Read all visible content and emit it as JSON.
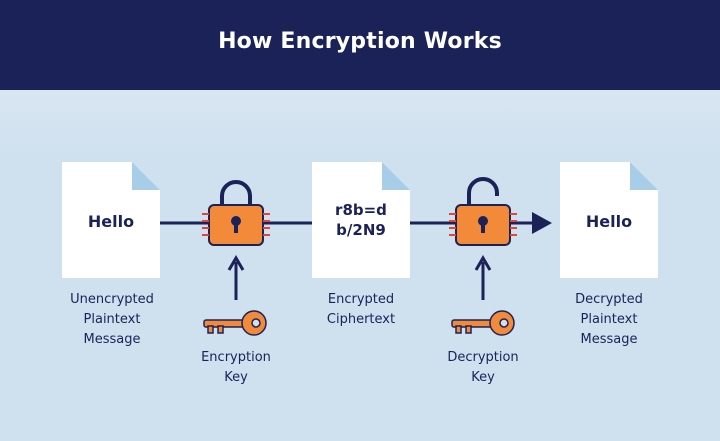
{
  "title": "How Encryption Works",
  "colors": {
    "navy": "#1b2258",
    "background": "#cfe0ef",
    "document": "#ffffff",
    "document_fold": "#a8cde8",
    "lock_orange": "#f28a3a",
    "lock_red": "#e0443a"
  },
  "documents": {
    "plaintext": "Hello",
    "ciphertext": [
      "r8b=d",
      "b/2N9"
    ],
    "decrypted": "Hello"
  },
  "captions": {
    "unencrypted": [
      "Unencrypted",
      "Plaintext",
      "Message"
    ],
    "encrypted": [
      "Encrypted",
      "Ciphertext"
    ],
    "decrypted": [
      "Decrypted",
      "Plaintext",
      "Message"
    ],
    "encryption_key": [
      "Encryption",
      "Key"
    ],
    "decryption_key": [
      "Decryption",
      "Key"
    ]
  },
  "icons": [
    "document-icon",
    "lock-closed-icon",
    "lock-open-icon",
    "key-icon",
    "arrow-icon"
  ]
}
